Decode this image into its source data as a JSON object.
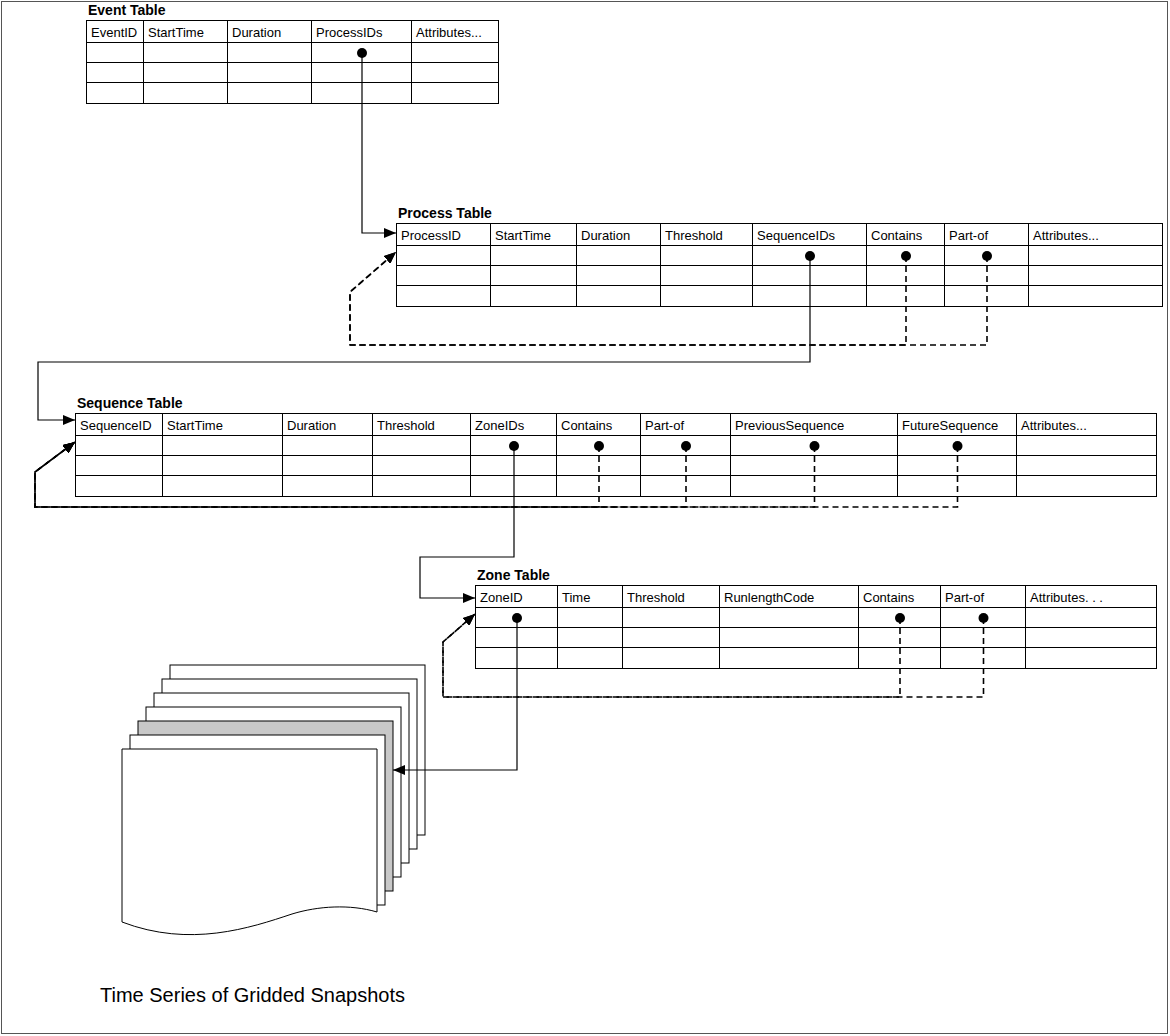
{
  "diagram": {
    "nodes": [
      {
        "text": [
          "Event Table"
        ]
      },
      {
        "text": [
          "EventID"
        ],
        "in": 0
      },
      {
        "text": [
          "StartTime"
        ],
        "in": 0
      },
      {
        "text": [
          "Duration"
        ],
        "in": 0
      },
      {
        "text": [
          "ProcessIDs"
        ],
        "in": 0
      },
      {
        "text": [
          "Attributes..."
        ],
        "in": 0
      },
      {
        "text": [
          "Process Table"
        ]
      },
      {
        "text": [
          "ProcessID"
        ],
        "in": 6
      },
      {
        "text": [
          "StartTime"
        ],
        "in": 6
      },
      {
        "text": [
          "Duration"
        ],
        "in": 6
      },
      {
        "text": [
          "Threshold"
        ],
        "in": 6
      },
      {
        "text": [
          "SequenceIDs"
        ],
        "in": 6
      },
      {
        "text": [
          "Contains"
        ],
        "in": 6
      },
      {
        "text": [
          "Part-of"
        ],
        "in": 6
      },
      {
        "text": [
          "Attributes..."
        ],
        "in": 6
      },
      {
        "text": [
          "Sequence Table"
        ]
      },
      {
        "text": [
          "SequenceID"
        ],
        "in": 15
      },
      {
        "text": [
          "StartTime"
        ],
        "in": 15
      },
      {
        "text": [
          "Duration"
        ],
        "in": 15
      },
      {
        "text": [
          "Threshold"
        ],
        "in": 15
      },
      {
        "text": [
          "ZoneIDs"
        ],
        "in": 15
      },
      {
        "text": [
          "Contains"
        ],
        "in": 15
      },
      {
        "text": [
          "Part-of"
        ],
        "in": 15
      },
      {
        "text": [
          "PreviousSequence"
        ],
        "in": 15
      },
      {
        "text": [
          "FutureSequence"
        ],
        "in": 15
      },
      {
        "text": [
          "Attributes..."
        ],
        "in": 15
      },
      {
        "text": [
          "Zone Table"
        ]
      },
      {
        "text": [
          "ZoneID"
        ],
        "in": 26
      },
      {
        "text": [
          "Time"
        ],
        "in": 26
      },
      {
        "text": [
          "Threshold"
        ],
        "in": 26
      },
      {
        "text": [
          "RunlengthCode"
        ],
        "in": 26
      },
      {
        "text": [
          "Contains"
        ],
        "in": 26
      },
      {
        "text": [
          "Part-of"
        ],
        "in": 26
      },
      {
        "text": [
          "Attributes. . ."
        ],
        "in": 26
      },
      {
        "text": [
          "Time Series of Gridded Snapshots"
        ]
      }
    ],
    "edges": [
      {
        "from": 4,
        "to": 6,
        "arrow": "to"
      },
      {
        "from": 11,
        "to": 15,
        "arrow": "to"
      },
      {
        "from": 12,
        "to": 6,
        "arrow": "to"
      },
      {
        "from": 13,
        "to": 6,
        "arrow": "to"
      },
      {
        "from": 20,
        "to": 26,
        "arrow": "to"
      },
      {
        "from": 21,
        "to": 15,
        "arrow": "to"
      },
      {
        "from": 22,
        "to": 15,
        "arrow": "to"
      },
      {
        "from": 23,
        "to": 15,
        "arrow": "to"
      },
      {
        "from": 24,
        "to": 15,
        "arrow": "to"
      },
      {
        "from": 31,
        "to": 26,
        "arrow": "to"
      },
      {
        "from": 32,
        "to": 26,
        "arrow": "to"
      },
      {
        "from": 27,
        "to": 34,
        "arrow": "to"
      }
    ]
  }
}
